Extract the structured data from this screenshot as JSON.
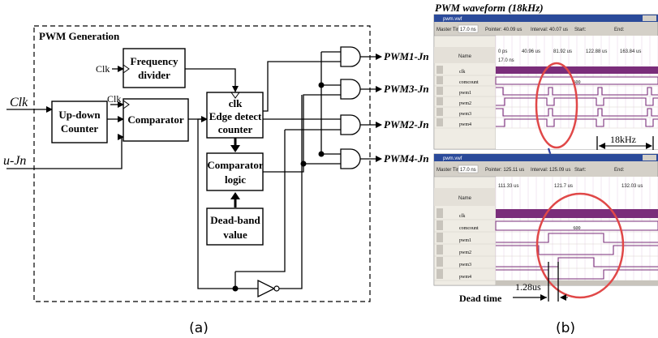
{
  "panel_a": {
    "title": "PWM Generation",
    "inputs": {
      "clk": "Clk",
      "u": "u-Jn"
    },
    "clk_small_1": "Clk",
    "clk_small_2": "Clk",
    "blocks": {
      "freq_line1": "Frequency",
      "freq_line2": "divider",
      "updown_line1": "Up-down",
      "updown_line2": "Counter",
      "comparator": "Comparator",
      "edge_line1": "clk",
      "edge_line2": "Edge detect",
      "edge_line3": "counter",
      "complogic_line1": "Comparator",
      "complogic_line2": "logic",
      "deadband_line1": "Dead-band",
      "deadband_line2": "value"
    },
    "outputs": [
      "PWM1-Jn",
      "PWM3-Jn",
      "PWM2-Jn",
      "PWM4-Jn"
    ],
    "caption": "(a)"
  },
  "panel_b": {
    "title": "PWM waveform (18kHz)",
    "window1": {
      "file": "pwm.vwf",
      "master_time_label": "Master Time",
      "master_time_value": "17.0 ns",
      "pointer": "Pointer: 40.09 us",
      "interval": "Interval: 40.07 us",
      "start": "Start:",
      "end": "End:",
      "name_header": "Name",
      "ticks": [
        "0 ps",
        "40.96 us",
        "81.92 us",
        "122.88 us",
        "163.84 us"
      ],
      "marker": "17.0 ns",
      "bus_value": "600",
      "signals": [
        "clk",
        "comcount",
        "pwm1",
        "pwm2",
        "pwm3",
        "pwm4"
      ],
      "annotation": "18kHz"
    },
    "window2": {
      "file": "pwm.vwf",
      "master_time_label": "Master Time",
      "master_time_value": "17.0 ns",
      "pointer": "Pointer: 125.11 us",
      "interval": "Interval: 125.09 us",
      "start": "Start:",
      "end": "End:",
      "name_header": "Name",
      "ticks": [
        "111.33 us",
        "121.7 us",
        "132.03 us"
      ],
      "bus_value": "600",
      "signals": [
        "clk",
        "comcount",
        "pwm1",
        "pwm2",
        "pwm3",
        "pwm4"
      ]
    },
    "dead_time_label": "Dead time",
    "dead_time_value": "1.28us",
    "caption": "(b)"
  },
  "colors": {
    "waveform": "#7a2d7a",
    "grid": "#e6cfe6",
    "highlight": "#e04848",
    "arrow": "#3040a0",
    "window_chrome": "#d4d0c8",
    "titlebar": "#2a4a9a"
  }
}
